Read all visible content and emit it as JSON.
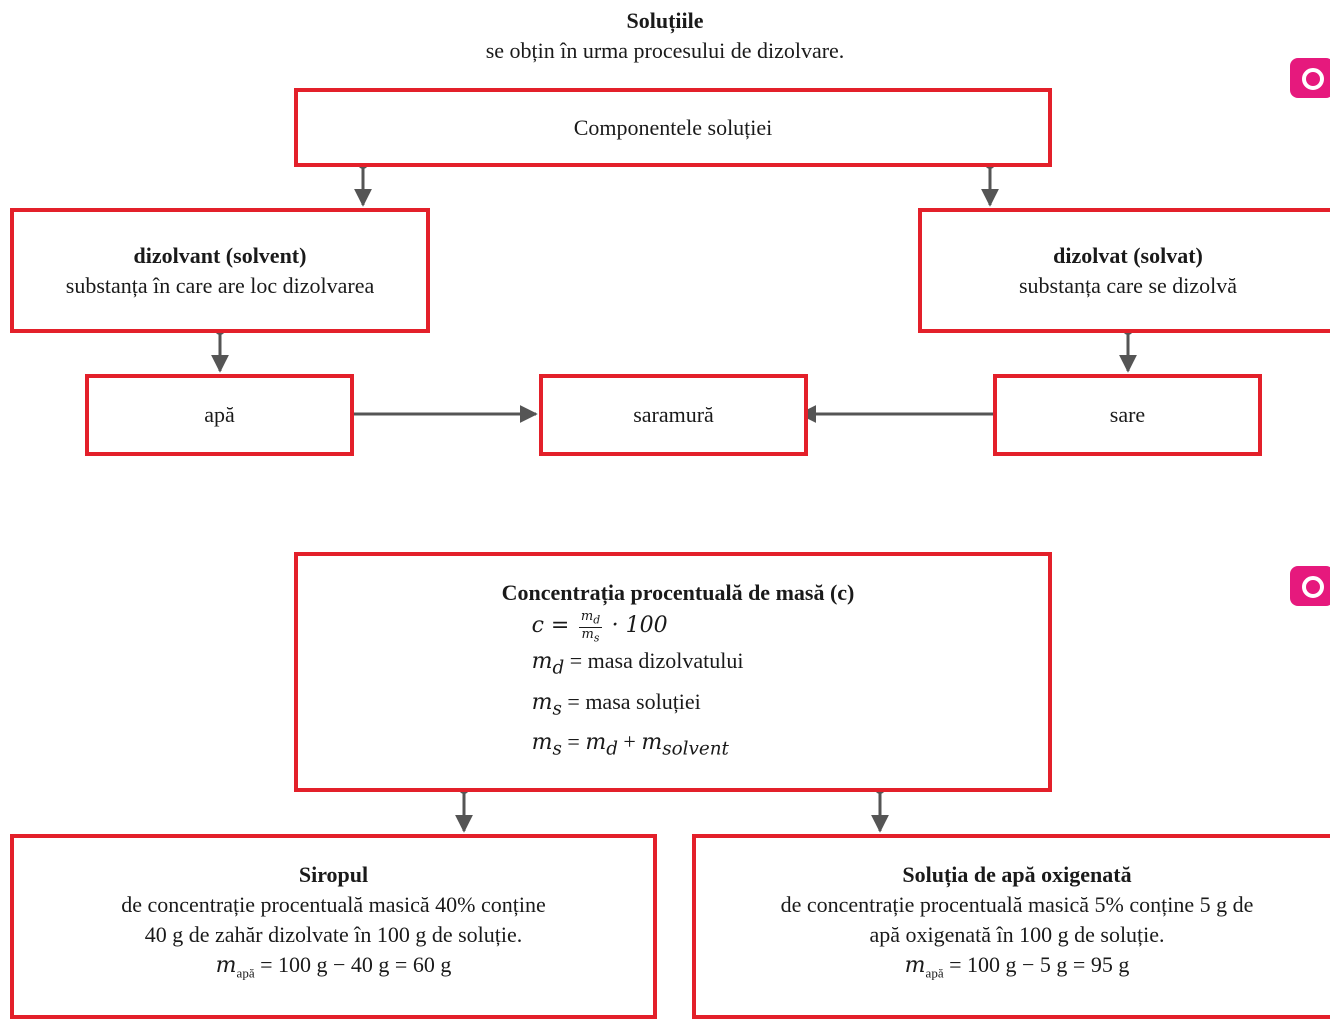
{
  "section1": {
    "title": "Soluțiile",
    "subtitle": "se obțin în urma procesului de dizolvare.",
    "components_label": "Componentele soluției",
    "solvent_title": "dizolvant (solvent)",
    "solvent_desc": "substanța în care are loc dizolvarea",
    "solute_title": "dizolvat (solvat)",
    "solute_desc": "substanța care se dizolvă",
    "water": "apă",
    "brine": "saramură",
    "salt": "sare"
  },
  "section2": {
    "title": "Concentrația procentuală de masă (c)",
    "formula_c_lhs": "c =",
    "formula_c_num": "m",
    "formula_c_num_sub": "d",
    "formula_c_den": "m",
    "formula_c_den_sub": "s",
    "formula_c_rhs": "· 100",
    "md_sym": "m",
    "md_sub": "d",
    "md_desc": "masa dizolvatului",
    "ms_sym": "m",
    "ms_sub": "s",
    "ms_desc": "masa soluției",
    "sum_lhs": "m",
    "sum_lhs_sub": "s",
    "sum_md": "m",
    "sum_md_sub": "d",
    "sum_solv": "m",
    "sum_solv_sub": "solvent",
    "eq": "=",
    "plus": "+"
  },
  "syrup": {
    "title": "Siropul",
    "line1": "de concentrație procentuală masică 40% conține",
    "line2": "40 g de zahăr dizolvate în 100 g de soluție.",
    "calc_sym": "m",
    "calc_sub": "apă",
    "calc_rhs": "= 100 g − 40 g = 60 g"
  },
  "peroxide": {
    "title": "Soluția de apă oxigenată",
    "line1": "de concentrație procentuală masică 5% conține 5 g de",
    "line2": "apă oxigenată în 100 g de soluție.",
    "calc_sym": "m",
    "calc_sub": "apă",
    "calc_rhs": "= 100 g − 5 g = 95 g"
  },
  "colors": {
    "box_border": "#e3202a",
    "connector": "#555555",
    "camera_icon": "#e6197d"
  },
  "icons": [
    "camera-icon",
    "camera-icon"
  ]
}
